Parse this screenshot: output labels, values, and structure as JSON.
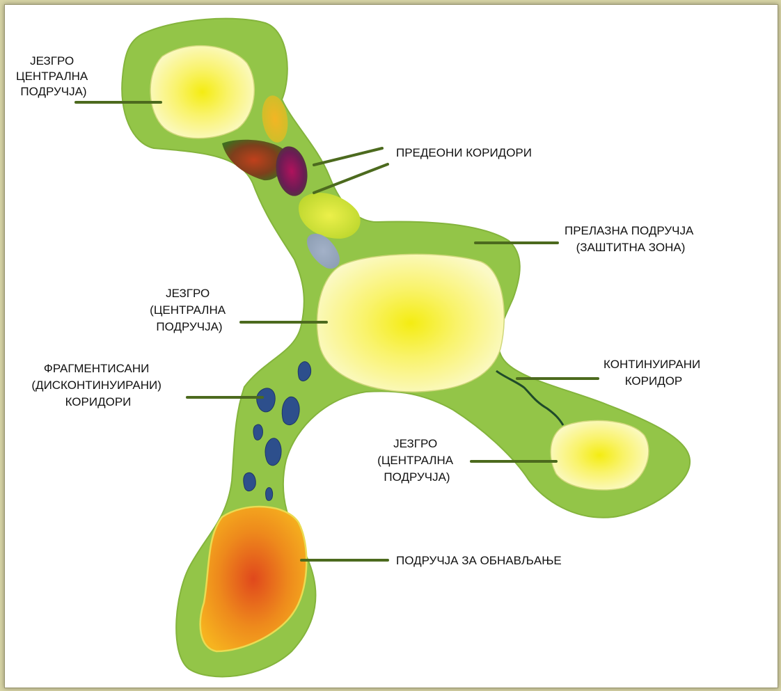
{
  "colors": {
    "background": "#d6d3a5",
    "page": "#ffffff",
    "habitat_green": "#93c548",
    "core_yellow": "#fbf05a",
    "restoration_orange": "#ec7d1a",
    "fragment_blue": "#2d4f8c",
    "pointer": "#4c6a1e"
  },
  "labels": {
    "core_top": [
      "ЈЕЗГРО",
      "ЦЕНТРАЛНА",
      "ПОДРУЧЈА)"
    ],
    "landscape_corridors": "ПРЕДЕОНИ КОРИДОРИ",
    "transition_zone": [
      "ПРЕЛАЗНА ПОДРУЧЈА",
      "(ЗАШТИТНА ЗОНА)"
    ],
    "core_middle": [
      "ЈЕЗГРО",
      "(ЦЕНТРАЛНА",
      "ПОДРУЧЈА)"
    ],
    "fragmented_corridors": [
      "ФРАГМЕНТИСАНИ",
      "(ДИСКОНТИНУИРАНИ)",
      "КОРИДОРИ"
    ],
    "continuous_corridor": [
      "КОНТИНУИРАНИ",
      "КОРИДОР"
    ],
    "core_right": [
      "ЈЕЗГРО",
      "(ЦЕНТРАЛНА",
      "ПОДРУЧЈА)"
    ],
    "restoration_areas": "ПОДРУЧЈА ЗА ОБНАВЉАЊЕ"
  }
}
